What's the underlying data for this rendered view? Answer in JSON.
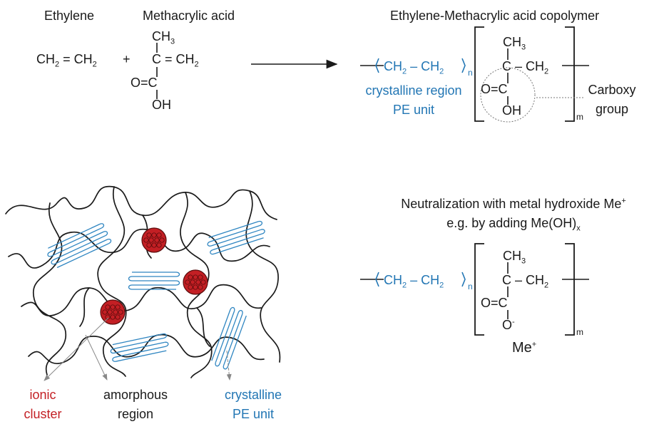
{
  "labels": {
    "ethylene": "Ethylene",
    "methacrylic_acid": "Methacrylic acid",
    "copolymer": "Ethylene-Methacrylic acid copolymer",
    "crystalline_region": "crystalline region",
    "pe_unit": "PE unit",
    "carboxy": "Carboxy",
    "group": "group",
    "neutralization": "Neutralization with metal hydroxide Me",
    "neutralization_sup": "+",
    "by_adding": "e.g. by adding Me(OH)",
    "by_adding_sub": "x",
    "ionic": "ionic",
    "cluster": "cluster",
    "amorphous": "amorphous",
    "region": "region",
    "crystalline": "crystalline",
    "pe_unit_2": "PE unit"
  },
  "formula": {
    "ch2": "CH",
    "ch3": "CH",
    "sub2": "2",
    "sub3": "3",
    "c": "C",
    "oh": "OH",
    "o_eq": "O=C",
    "o_minus": "O",
    "minus": "-",
    "me": "Me",
    "plus_sup": "+",
    "plus": "+",
    "eq": "=",
    "dash": "–",
    "n": "n",
    "m": "m"
  },
  "colors": {
    "blue": "#2276b4",
    "red": "#c31f24",
    "black": "#1a1a1a"
  }
}
